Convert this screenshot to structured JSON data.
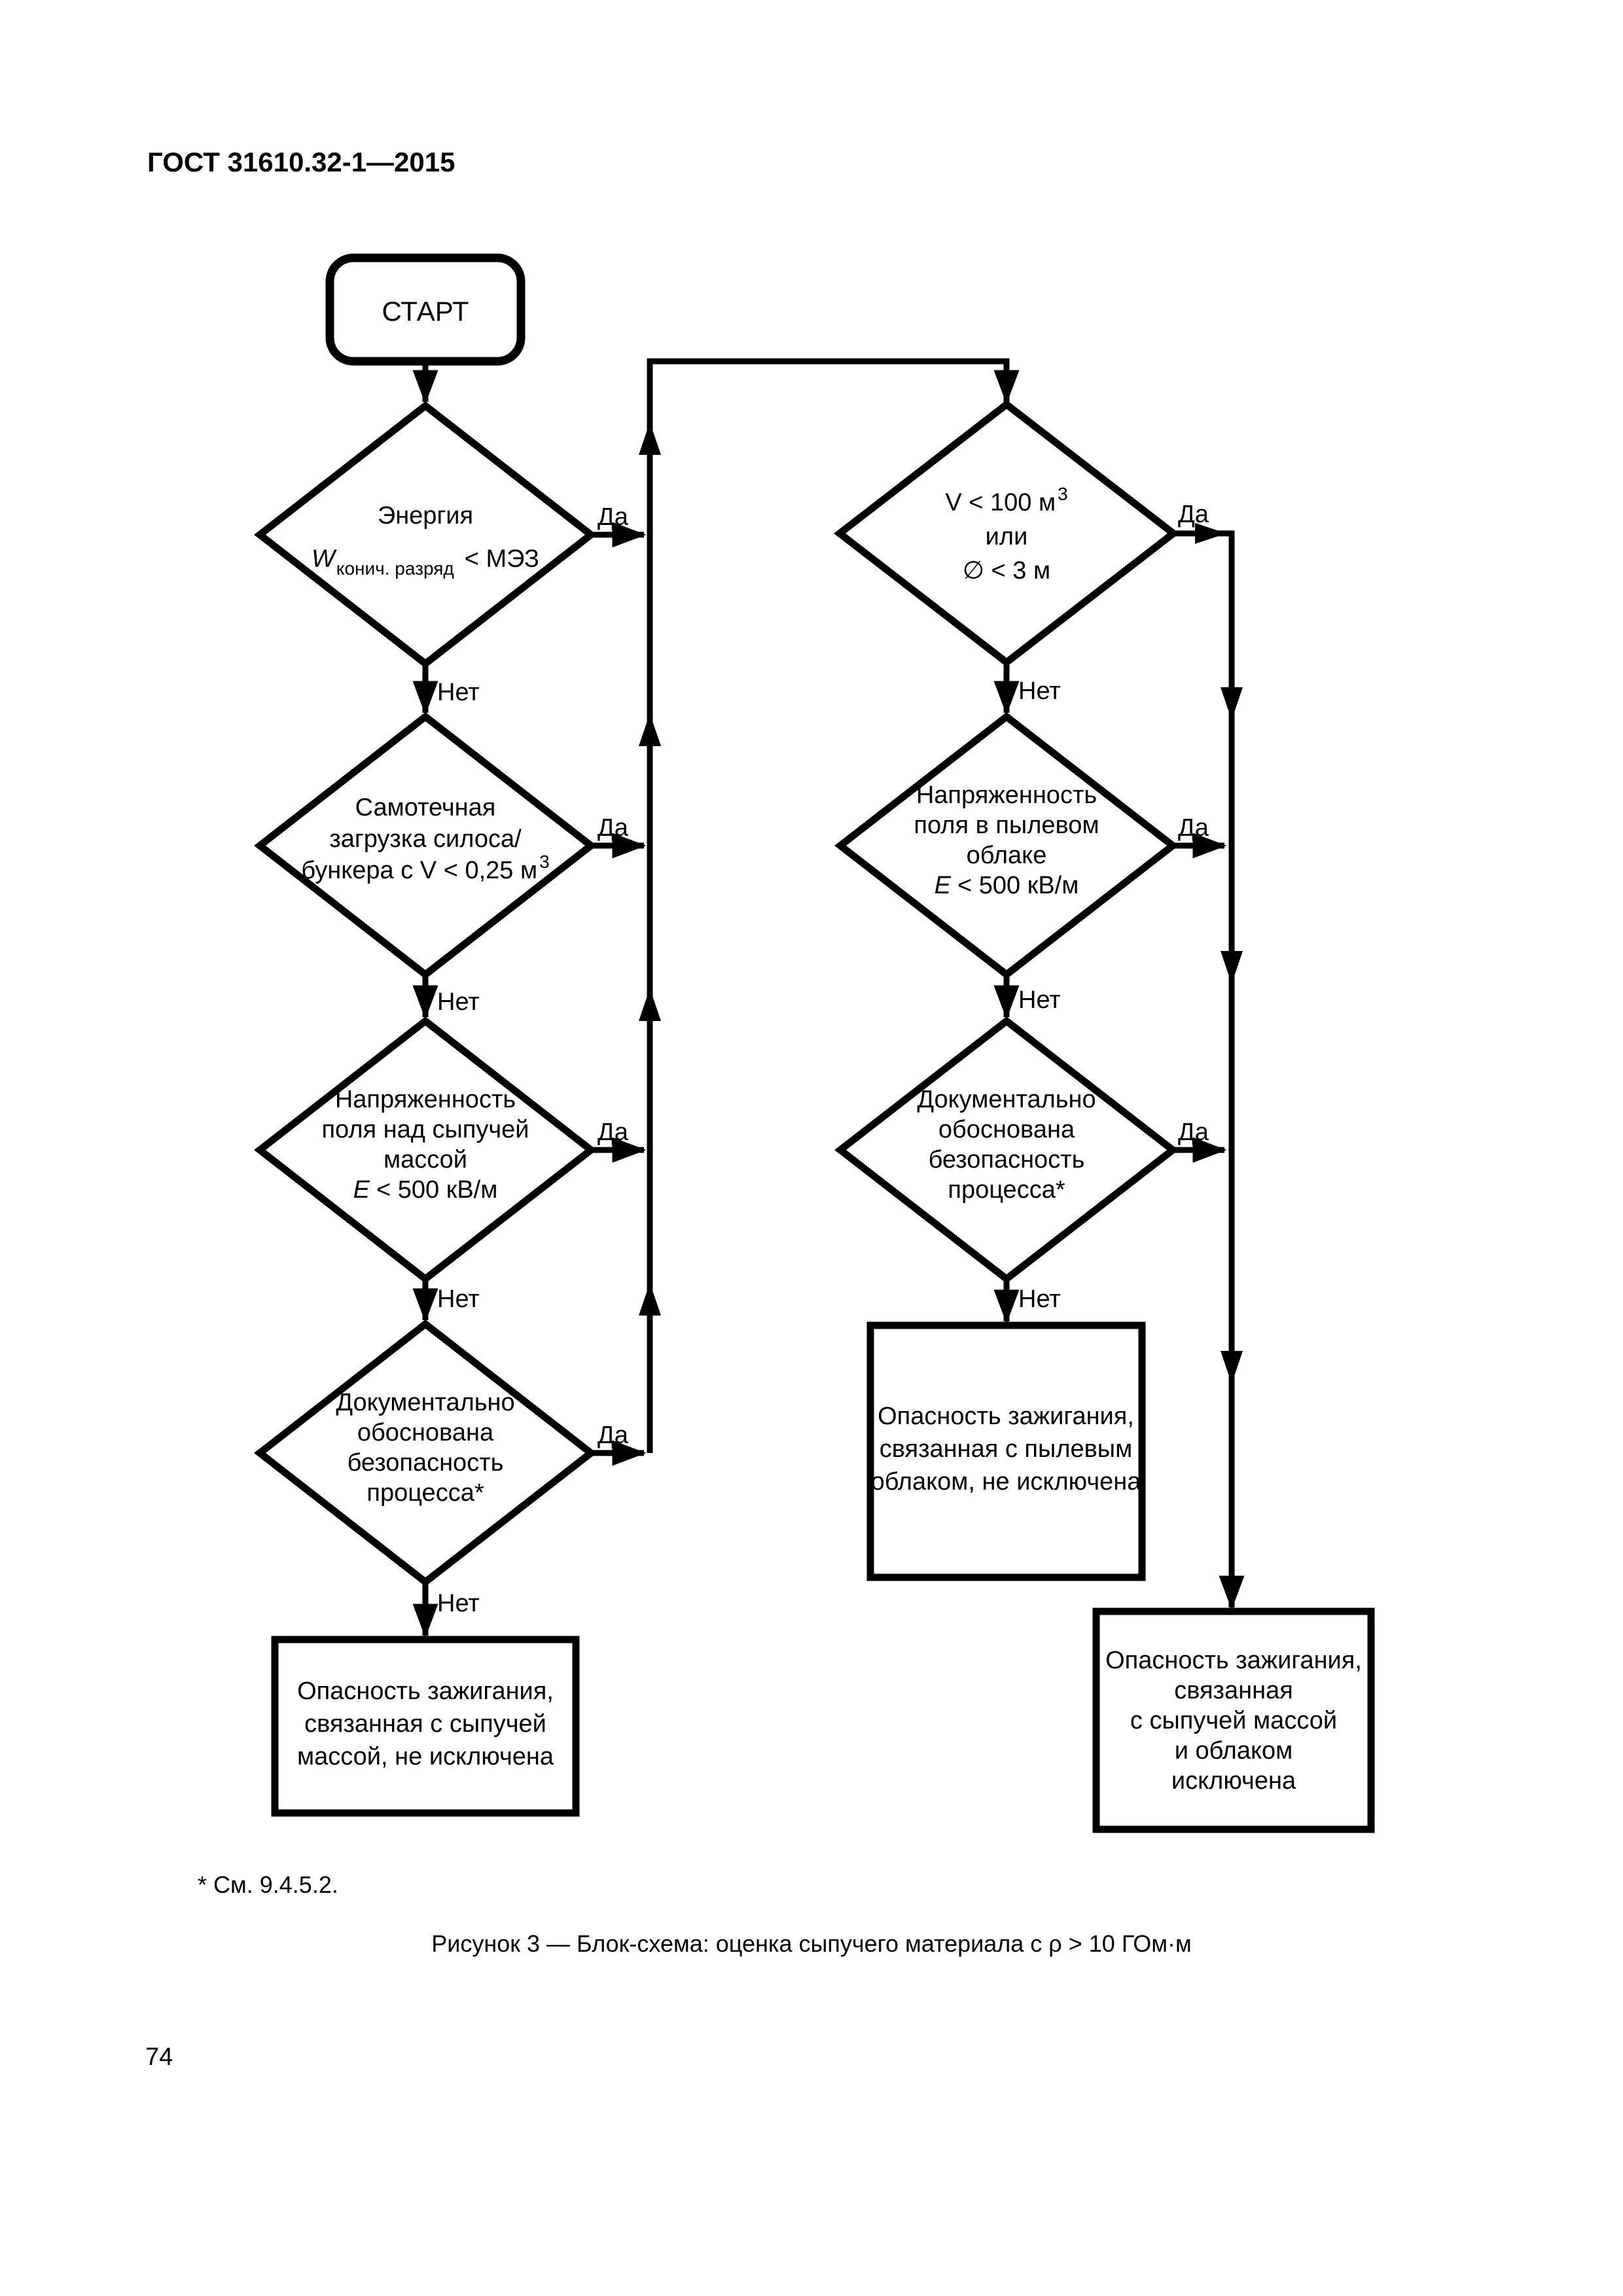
{
  "page": {
    "header": "ГОСТ 31610.32-1—2015",
    "footnote": "* См. 9.4.5.2.",
    "caption": "Рисунок 3 — Блок-схема: оценка сыпучего материала с ρ > 10 ГОм·м",
    "page_number": "74"
  },
  "labels": {
    "yes": "Да",
    "no": "Нет"
  },
  "start": {
    "label": "СТАРТ"
  },
  "left": {
    "d1": {
      "line1": "Энергия",
      "w": "W",
      "w_sub": "конич. разряд",
      "cmp": "< МЭЗ"
    },
    "d2": {
      "line1": "Самотечная",
      "line2": "загрузка силоса/",
      "line3": "бункера с V < 0,25 м",
      "sup": "3"
    },
    "d3": {
      "line1": "Напряженность",
      "line2": "поля над сыпучей",
      "line3": "массой",
      "e": "E",
      "e_rest": "< 500 кВ/м"
    },
    "d4": {
      "line1": "Документально",
      "line2": "обоснована",
      "line3": "безопасность",
      "line4": "процесса*"
    },
    "box": {
      "line1": "Опасность зажигания,",
      "line2": "связанная с сыпучей",
      "line3": "массой, не исключена"
    }
  },
  "right": {
    "d1": {
      "line1": "V < 100 м",
      "sup": "3",
      "line2": "или",
      "line3": "∅ < 3 м"
    },
    "d2": {
      "line1": "Напряженность",
      "line2": "поля в пылевом",
      "line3": "облаке",
      "e": "E",
      "e_rest": "< 500 кВ/м"
    },
    "d3": {
      "line1": "Документально",
      "line2": "обоснована",
      "line3": "безопасность",
      "line4": "процесса*"
    },
    "box_cloud": {
      "line1": "Опасность зажигания,",
      "line2": "связанная с пылевым",
      "line3": "облаком, не исключена"
    },
    "box_final": {
      "line1": "Опасность зажигания,",
      "line2": "связанная",
      "line3": "с сыпучей массой",
      "line4": "и облаком",
      "line5": "исключена"
    }
  },
  "colors": {
    "ink": "#000000",
    "paper": "#ffffff"
  }
}
